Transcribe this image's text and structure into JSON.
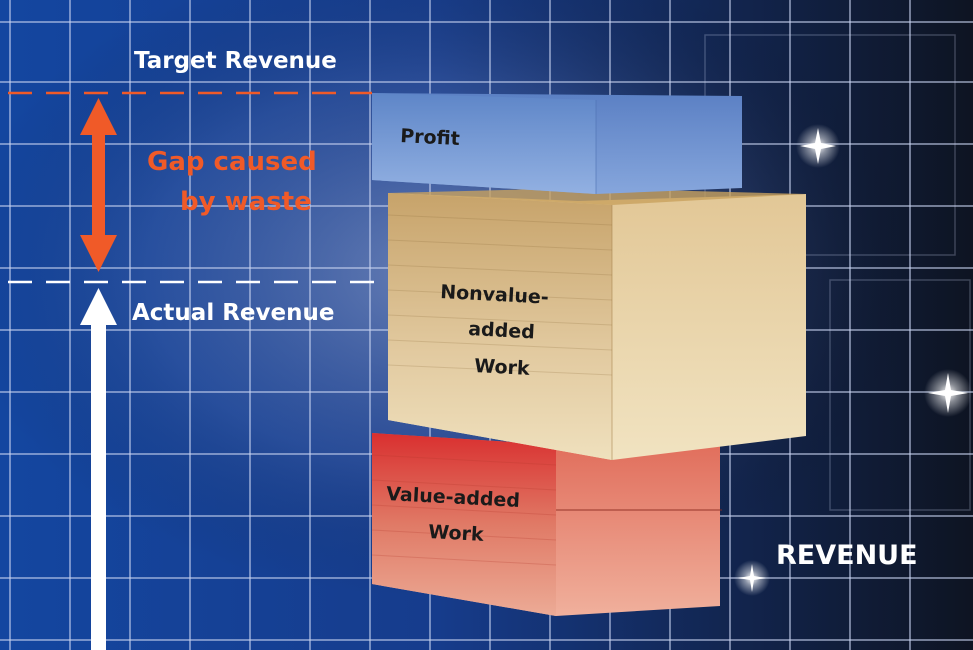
{
  "labels": {
    "target_revenue": "Target Revenue",
    "gap_line1": "Gap caused",
    "gap_line2": "by waste",
    "actual_revenue": "Actual Revenue",
    "revenue": "REVENUE"
  },
  "boxes": {
    "profit": "Profit",
    "nonvalue_line1": "Nonvalue-",
    "nonvalue_line2": "added",
    "nonvalue_line3": "Work",
    "value_line1": "Value-added",
    "value_line2": "Work"
  },
  "colors": {
    "gap_accent": "#f05a28",
    "profit_box": "#7d9fd6",
    "nonvalue_box": "#e8d3a3",
    "value_box": "#e9907d"
  }
}
